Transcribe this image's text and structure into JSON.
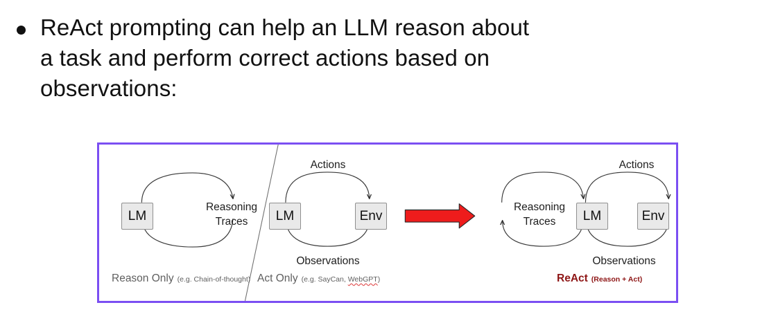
{
  "slide": {
    "bullet": {
      "marker": "bullet-dot",
      "text": "ReAct prompting can help an LLM reason about\na task and perform correct actions based on\nobservations:"
    }
  },
  "figure": {
    "border_color": "#7b4ff2",
    "node_fill": "#e9e9e9",
    "node_stroke": "#8f8f8f",
    "arrow_color": "#ee1c1c",
    "react_color": "#8e1616",
    "panels": [
      {
        "id": "reason-only",
        "nodes": [
          {
            "id": "lm",
            "label": "LM"
          }
        ],
        "flow_labels": [
          {
            "id": "reasoning-traces",
            "text": "Reasoning\nTraces"
          }
        ],
        "caption_main": "Reason Only",
        "caption_sub": "(e.g. Chain-of-thought)"
      },
      {
        "id": "act-only",
        "nodes": [
          {
            "id": "lm",
            "label": "LM"
          },
          {
            "id": "env",
            "label": "Env"
          }
        ],
        "flow_labels": [
          {
            "id": "actions",
            "text": "Actions"
          },
          {
            "id": "observations",
            "text": "Observations"
          }
        ],
        "caption_main": "Act Only",
        "caption_sub_prefix": "(e.g. SayCan, ",
        "caption_sub_misspelled": "WebGPT",
        "caption_sub_suffix": ")"
      },
      {
        "id": "react",
        "nodes": [
          {
            "id": "lm",
            "label": "LM"
          },
          {
            "id": "env",
            "label": "Env"
          }
        ],
        "flow_labels": [
          {
            "id": "reasoning-traces",
            "text": "Reasoning\nTraces"
          },
          {
            "id": "actions",
            "text": "Actions"
          },
          {
            "id": "observations",
            "text": "Observations"
          }
        ],
        "caption_main": "ReAct",
        "caption_sub": "(Reason + Act)"
      }
    ],
    "transition_arrow": "red-right-arrow"
  }
}
